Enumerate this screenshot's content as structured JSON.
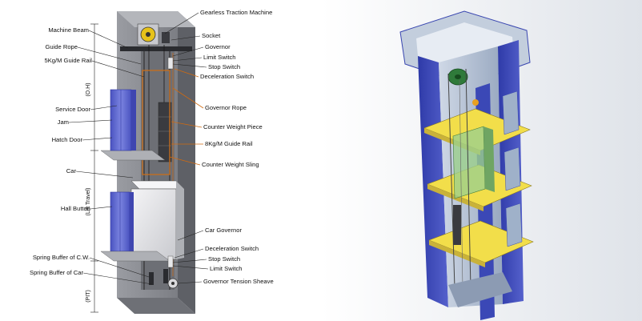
{
  "left_labels": [
    {
      "id": "machine-beam",
      "text": "Machine Beam"
    },
    {
      "id": "guide-rope",
      "text": "Guide Rope"
    },
    {
      "id": "5kg-guide-rail",
      "text": "5Kg/M Guide Rail"
    },
    {
      "id": "service-door",
      "text": "Service Door"
    },
    {
      "id": "jam",
      "text": "Jam"
    },
    {
      "id": "hatch-door",
      "text": "Hatch Door"
    },
    {
      "id": "car",
      "text": "Car"
    },
    {
      "id": "hall-button",
      "text": "Hall Button"
    },
    {
      "id": "spring-buffer-cw",
      "text": "Spring Buffer of C.W."
    },
    {
      "id": "spring-buffer-car",
      "text": "Spring Buffer of Car"
    }
  ],
  "right_labels": [
    {
      "id": "gearless-traction-machine",
      "text": "Gearless Traction Machine"
    },
    {
      "id": "socket",
      "text": "Socket"
    },
    {
      "id": "governor",
      "text": "Governor"
    },
    {
      "id": "limit-switch-top",
      "text": "Limit Switch"
    },
    {
      "id": "stop-switch-top",
      "text": "Stop Switch"
    },
    {
      "id": "deceleration-switch-top",
      "text": "Deceleration Switch"
    },
    {
      "id": "governor-rope",
      "text": "Governor Rope"
    },
    {
      "id": "counter-weight-piece",
      "text": "Counter Weight Piece"
    },
    {
      "id": "8kg-guide-rail",
      "text": "8Kg/M Guide Rail"
    },
    {
      "id": "counter-weight-sling",
      "text": "Counter Weight Sling"
    },
    {
      "id": "car-governor",
      "text": "Car Governor"
    },
    {
      "id": "deceleration-switch-bottom",
      "text": "Deceleration Switch"
    },
    {
      "id": "stop-switch-bottom",
      "text": "Stop Switch"
    },
    {
      "id": "limit-switch-bottom",
      "text": "Limit Switch"
    },
    {
      "id": "governor-tension-sheave",
      "text": "Governor Tension Sheave"
    }
  ],
  "dimensions": {
    "oh": "(O.H)",
    "lift_travel": "(Lift Travel)",
    "pit": "(PIT)"
  },
  "colors": {
    "shaft_gray": "#8e9096",
    "shaft_dark": "#55575c",
    "door_blue": "#5a62c8",
    "leader_orange": "#d06a10",
    "car_white": "#e8e8ea",
    "landing_yellow": "#f2de4a",
    "wall_blue": "#3b48b6",
    "wall_light": "#b8c6d8",
    "machine_green": "#2f7a3a"
  }
}
